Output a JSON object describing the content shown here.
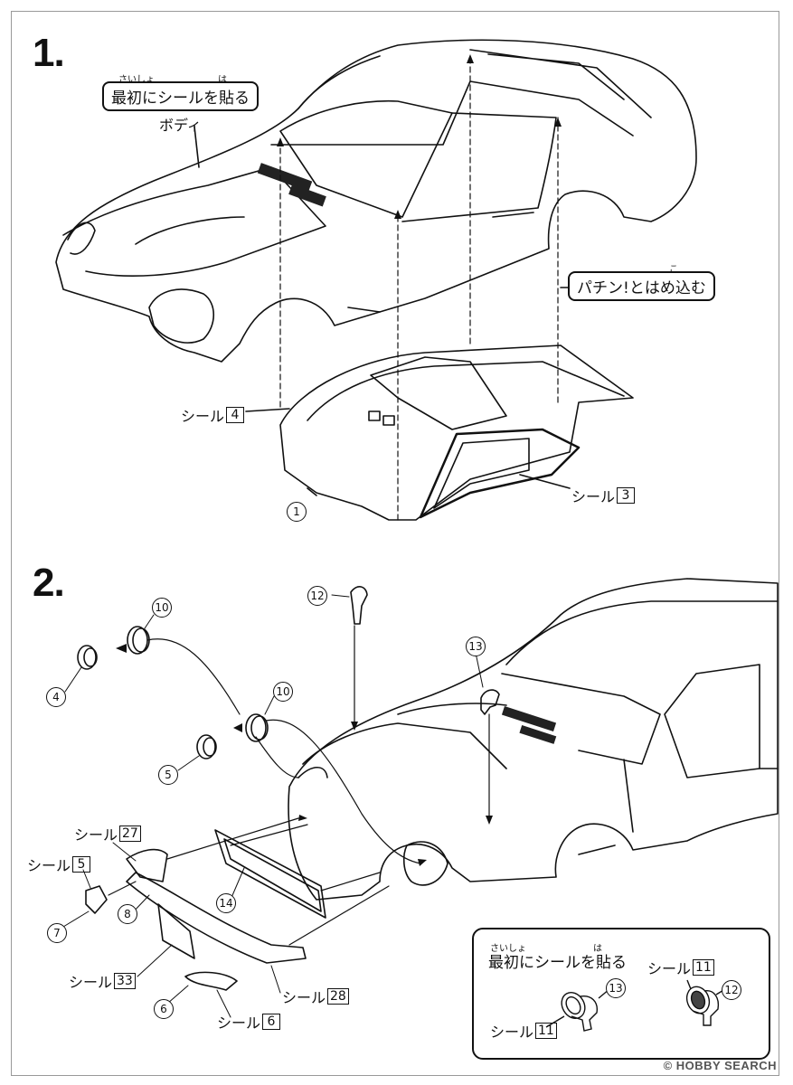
{
  "steps": {
    "one": "1.",
    "two": "2."
  },
  "step1": {
    "bubble_apply_first": {
      "ruby1": "さいしょ",
      "ruby2": "は",
      "text": "最初にシールを貼る"
    },
    "body_label": "ボディ",
    "bubble_snap": {
      "ruby": "こ",
      "text": "パチン!とはめ込む"
    },
    "seal_4": {
      "text": "シール",
      "num": "4"
    },
    "seal_3": {
      "text": "シール",
      "num": "3"
    },
    "part_1": "1"
  },
  "step2": {
    "part_12": "12",
    "part_13": "13",
    "part_10a": "10",
    "part_10b": "10",
    "part_4": "4",
    "part_5": "5",
    "part_14": "14",
    "part_7": "7",
    "part_8": "8",
    "part_6": "6",
    "seal_27": {
      "text": "シール",
      "num": "27"
    },
    "seal_5": {
      "text": "シール",
      "num": "5"
    },
    "seal_33": {
      "text": "シール",
      "num": "33"
    },
    "seal_28": {
      "text": "シール",
      "num": "28"
    },
    "seal_6": {
      "text": "シール",
      "num": "6"
    },
    "inset": {
      "ruby1": "さいしょ",
      "ruby2": "は",
      "title": "最初にシールを貼る",
      "seal_11_a": {
        "text": "シール",
        "num": "11"
      },
      "seal_11_b": {
        "text": "シール",
        "num": "11"
      },
      "part_13": "13",
      "part_12": "12"
    }
  },
  "watermark": "© HOBBY SEARCH"
}
